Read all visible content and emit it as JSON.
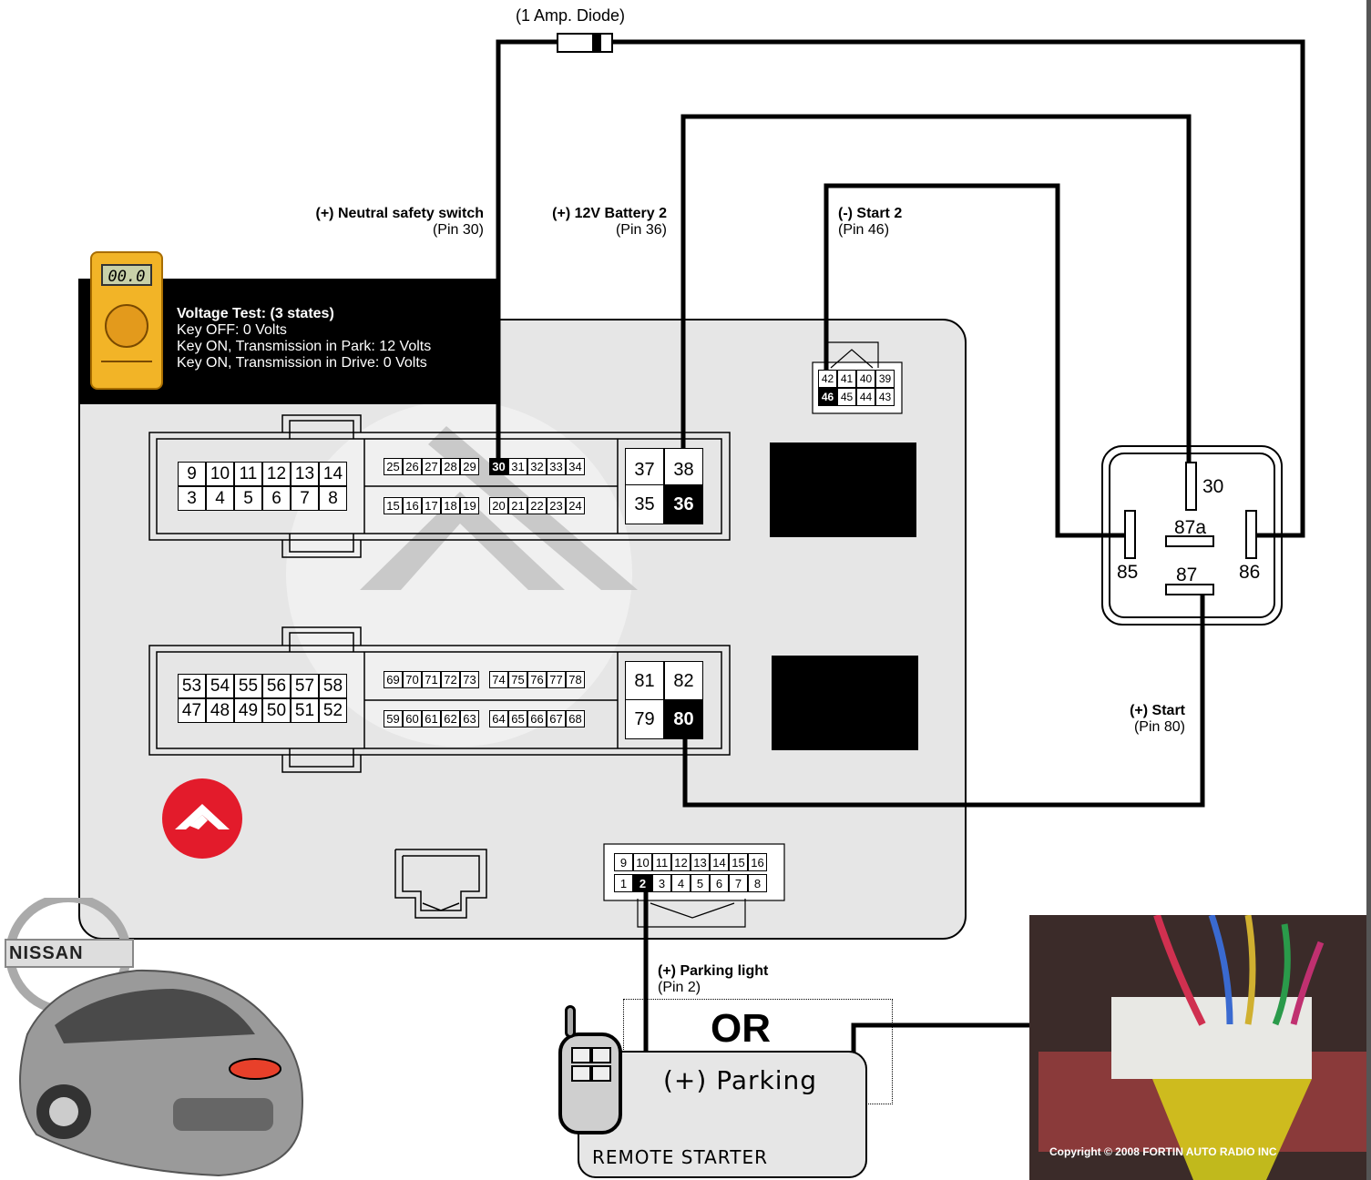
{
  "diode_label": "(1 Amp. Diode)",
  "wires": {
    "neutral": {
      "title": "(+) Neutral safety switch",
      "pin": "(Pin 30)"
    },
    "battery": {
      "title": "(+) 12V Battery 2",
      "pin": "(Pin 36)"
    },
    "start2": {
      "title": "(-) Start 2",
      "pin": "(Pin 46)"
    },
    "start": {
      "title": "(+) Start",
      "pin": "(Pin 80)"
    },
    "parking": {
      "title": "(+) Parking light",
      "pin": "(Pin 2)"
    }
  },
  "voltage_test": {
    "title": "Voltage Test: (3 states)",
    "lines": [
      "Key OFF: 0 Volts",
      "Key ON, Transmission in Park: 12 Volts",
      "Key ON, Transmission in Drive: 0 Volts"
    ]
  },
  "multimeter_display": "00.0",
  "relay": {
    "pins": [
      "30",
      "87a",
      "85",
      "87",
      "86"
    ]
  },
  "connector1": {
    "left_top": [
      "9",
      "10",
      "11",
      "12",
      "13",
      "14"
    ],
    "left_bottom": [
      "3",
      "4",
      "5",
      "6",
      "7",
      "8"
    ],
    "mid_top_a": [
      "25",
      "26",
      "27",
      "28",
      "29"
    ],
    "mid_top_b": [
      "30",
      "31",
      "32",
      "33",
      "34"
    ],
    "mid_bottom_a": [
      "15",
      "16",
      "17",
      "18",
      "19"
    ],
    "mid_bottom_b": [
      "20",
      "21",
      "22",
      "23",
      "24"
    ],
    "right": [
      "37",
      "38",
      "35",
      "36"
    ]
  },
  "connector2": {
    "left_top": [
      "53",
      "54",
      "55",
      "56",
      "57",
      "58"
    ],
    "left_bottom": [
      "47",
      "48",
      "49",
      "50",
      "51",
      "52"
    ],
    "mid_top_a": [
      "69",
      "70",
      "71",
      "72",
      "73"
    ],
    "mid_top_b": [
      "74",
      "75",
      "76",
      "77",
      "78"
    ],
    "mid_bottom_a": [
      "59",
      "60",
      "61",
      "62",
      "63"
    ],
    "mid_bottom_b": [
      "64",
      "65",
      "66",
      "67",
      "68"
    ],
    "right": [
      "81",
      "82",
      "79",
      "80"
    ]
  },
  "connector_small": {
    "top": [
      "42",
      "41",
      "40",
      "39"
    ],
    "bottom": [
      "46",
      "45",
      "44",
      "43"
    ]
  },
  "connector_bottom": {
    "top": [
      "9",
      "10",
      "11",
      "12",
      "13",
      "14",
      "15",
      "16"
    ],
    "bottom": [
      "1",
      "2",
      "3",
      "4",
      "5",
      "6",
      "7",
      "8"
    ]
  },
  "or_label": "OR",
  "parking_box_label": "(+) Parking",
  "remote_starter_label": "REMOTE STARTER",
  "brand_badge": "NISSAN",
  "copyright": "Copyright © 2008  FORTIN AUTO RADIO INC",
  "colors": {
    "panel": "#e6e6e6",
    "logo_red": "#e31b2b",
    "photo_dark": "#3a2a2a",
    "photo_yellow": "#d9d21a"
  }
}
